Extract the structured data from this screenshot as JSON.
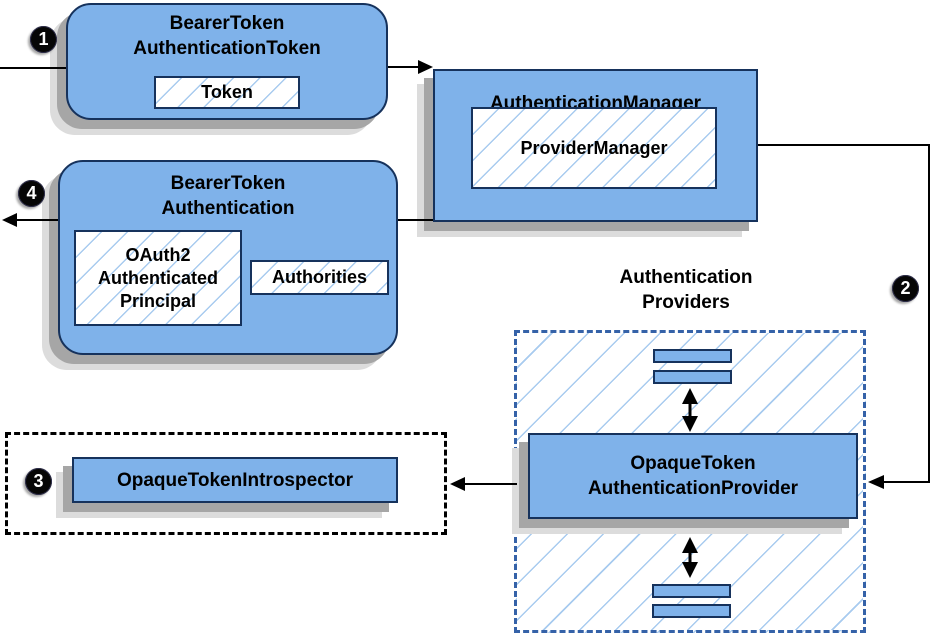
{
  "diagram": {
    "badges": {
      "step1": "1",
      "step2": "2",
      "step3": "3",
      "step4": "4"
    },
    "bearer_token_authentication_token": {
      "title": "BearerToken\nAuthenticationToken",
      "token_chip": "Token"
    },
    "authentication_manager": {
      "title": "AuthenticationManager",
      "provider_manager_chip": "ProviderManager"
    },
    "bearer_token_authentication": {
      "title": "BearerToken\nAuthentication",
      "principal_chip": "OAuth2\nAuthenticated\nPrincipal",
      "authorities_chip": "Authorities"
    },
    "authentication_providers": {
      "label": "Authentication\nProviders"
    },
    "opaque_token_authentication_provider": {
      "title": "OpaqueToken\nAuthenticationProvider"
    },
    "opaque_token_introspector": {
      "title": "OpaqueTokenIntrospector"
    },
    "colors": {
      "node_fill": "#7FB2EA",
      "node_border": "#16325C",
      "hatch_line": "#A8CBEF",
      "providers_dash_border": "#3562A8",
      "introspector_dash_border": "#000000",
      "arrow": "#000000",
      "shadow": "#A6A6A6"
    }
  }
}
